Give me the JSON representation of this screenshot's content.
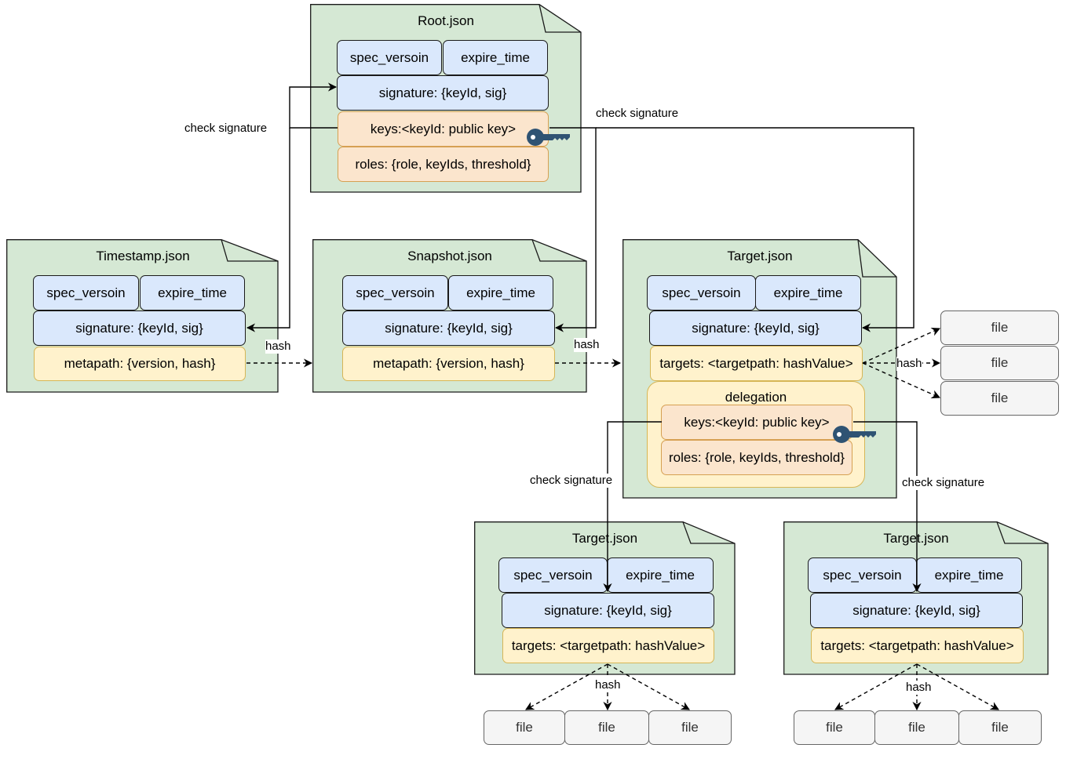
{
  "fields": {
    "spec_version": "spec_versoin",
    "expire_time": "expire_time",
    "signature": "signature: {keyId, sig}",
    "keys": "keys:<keyId: public key>",
    "roles": "roles: {role, keyIds, threshold}",
    "metapath": "metapath: {version, hash}",
    "targets": "targets: <targetpath: hashValue>",
    "delegation": "delegation",
    "file": "file"
  },
  "documents": {
    "root": "Root.json",
    "timestamp": "Timestamp.json",
    "snapshot": "Snapshot.json",
    "target": "Target.json",
    "target_left": "Target.json",
    "target_right": "Target.json"
  },
  "edge_labels": {
    "check_signature": "check signature",
    "hash": "hash"
  },
  "colors": {
    "document_fill": "#d5e8d4",
    "signature_fill": "#dae8fc",
    "keys_fill": "#fbe5cd",
    "metapath_fill": "#fff2cc",
    "file_fill": "#f5f5f5",
    "key_icon": "#2f5373"
  }
}
